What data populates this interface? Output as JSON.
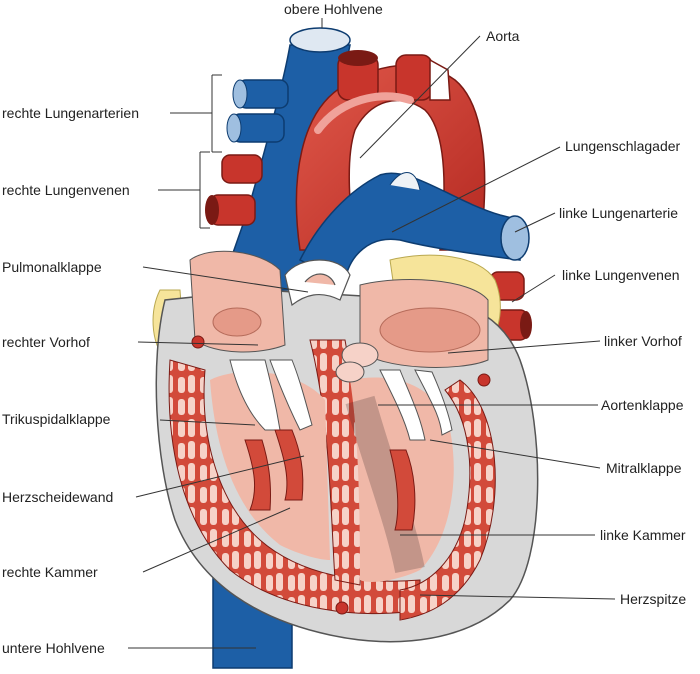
{
  "labels": {
    "obere_hohlvene": "obere Hohlvene",
    "aorta": "Aorta",
    "rechte_lungenarterien": "rechte Lungenarterien",
    "rechte_lungenvenen": "rechte Lungenvenen",
    "lungenschlagader": "Lungenschlagader",
    "linke_lungenarterie": "linke Lungenarterie",
    "linke_lungenvenen": "linke Lungenvenen",
    "pulmonalklappe": "Pulmonalklappe",
    "rechter_vorhof": "rechter Vorhof",
    "linker_vorhof": "linker Vorhof",
    "aortenklappe": "Aortenklappe",
    "trikuspidalklappe": "Trikuspidalklappe",
    "mitralklappe": "Mitralklappe",
    "herzscheidewand": "Herzscheidewand",
    "linke_kammer": "linke Kammer",
    "rechte_kammer": "rechte Kammer",
    "herzspitze": "Herzspitze",
    "untere_hohlvene": "untere Hohlvene"
  },
  "colors": {
    "artery_red": "#c8352c",
    "vein_blue": "#1d5fa6",
    "inner_pink": "#f0b8a8",
    "muscle_red": "#d24a3a",
    "fat_yellow": "#f6e49a",
    "outer_gray": "#d8d8d8"
  }
}
